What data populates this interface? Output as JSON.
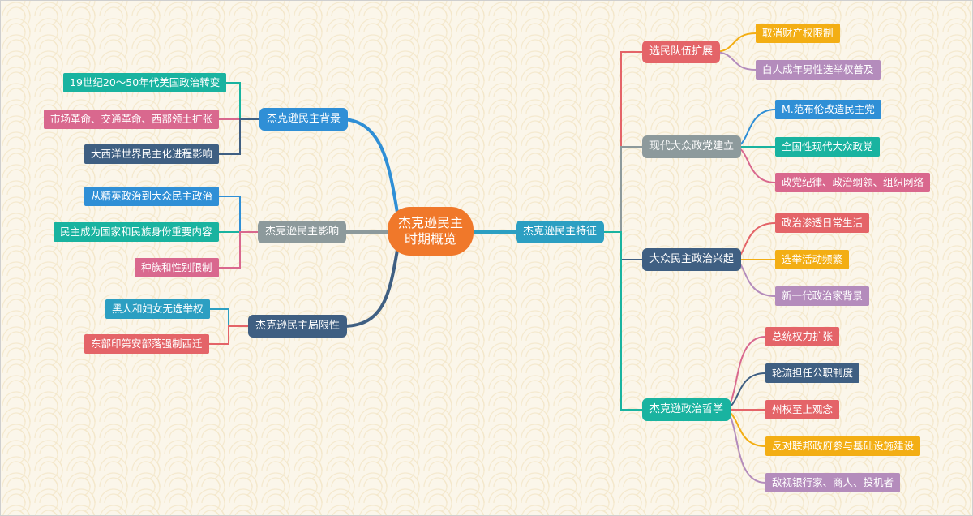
{
  "root": {
    "line1": "杰克逊民主",
    "line2": "时期概览"
  },
  "left": {
    "background": {
      "label": "杰克逊民主背景",
      "items": [
        "19世纪20～50年代美国政治转变",
        "市场革命、交通革命、西部领土扩张",
        "大西洋世界民主化进程影响"
      ]
    },
    "impact": {
      "label": "杰克逊民主影响",
      "items": [
        "从精英政治到大众民主政治",
        "民主成为国家和民族身份重要内容",
        "种族和性别限制"
      ]
    },
    "limits": {
      "label": "杰克逊民主局限性",
      "items": [
        "黑人和妇女无选举权",
        "东部印第安部落强制西迁"
      ]
    }
  },
  "right": {
    "features": {
      "label": "杰克逊民主特征"
    },
    "electorate": {
      "label": "选民队伍扩展",
      "items": [
        "取消财产权限制",
        "白人成年男性选举权普及"
      ]
    },
    "parties": {
      "label": "现代大众政党建立",
      "items": [
        "M.范布伦改造民主党",
        "全国性现代大众政党",
        "政党纪律、政治纲领、组织网络"
      ]
    },
    "mass_politics": {
      "label": "大众民主政治兴起",
      "items": [
        "政治渗透日常生活",
        "选举活动频繁",
        "新一代政治家背景"
      ]
    },
    "philosophy": {
      "label": "杰克逊政治哲学",
      "items": [
        "总统权力扩张",
        "轮流担任公职制度",
        "州权至上观念",
        "反对联邦政府参与基础设施建设",
        "敌视银行家、商人、投机者"
      ]
    }
  },
  "colors": {
    "orange": "#f0782a",
    "blue": "#2f8fd6",
    "gray": "#8d9a9c",
    "navy": "#3f5f82",
    "teal": "#19b3a0",
    "pink": "#d9688e",
    "red": "#e46468",
    "yellow": "#f3ae14",
    "purple": "#b48cbc",
    "cyan": "#2c9fc2"
  }
}
